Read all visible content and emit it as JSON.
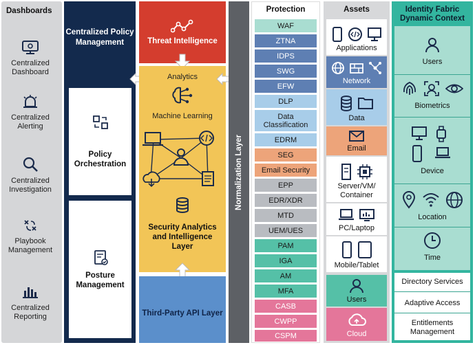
{
  "dashboards": {
    "title": "Dashboards",
    "items": [
      {
        "label": "Centralized Dashboard",
        "icon": "monitor-icon"
      },
      {
        "label": "Centralized Alerting",
        "icon": "siren-icon"
      },
      {
        "label": "Centralized Investigation",
        "icon": "magnifier-icon"
      },
      {
        "label": "Playbook Management",
        "icon": "playbook-icon"
      },
      {
        "label": "Centralized Reporting",
        "icon": "bar-chart-icon"
      }
    ]
  },
  "policy": {
    "title": "Centralized Policy Management",
    "orchestration": "Policy Orchestration",
    "posture": "Posture Management"
  },
  "analytics": {
    "threat": "Threat Intelligence",
    "analytics": "Analytics",
    "ml": "Machine Learning",
    "layer": "Security Analytics and Intelligence Layer",
    "api": "Third-Party API Layer"
  },
  "normalization": "Normalization Layer",
  "protection": {
    "title": "Protection",
    "items": [
      {
        "label": "WAF",
        "color": "#a9ddd1"
      },
      {
        "label": "ZTNA",
        "color": "#5e7fb3"
      },
      {
        "label": "IDPS",
        "color": "#5e7fb3"
      },
      {
        "label": "SWG",
        "color": "#5e7fb3"
      },
      {
        "label": "EFW",
        "color": "#5e7fb3"
      },
      {
        "label": "DLP",
        "color": "#a8cde9"
      },
      {
        "label": "Data Classification",
        "color": "#a8cde9"
      },
      {
        "label": "EDRM",
        "color": "#a8cde9"
      },
      {
        "label": "SEG",
        "color": "#eda47a"
      },
      {
        "label": "Email Security",
        "color": "#eda47a"
      },
      {
        "label": "EPP",
        "color": "#b9bcc1"
      },
      {
        "label": "EDR/XDR",
        "color": "#b9bcc1"
      },
      {
        "label": "MTD",
        "color": "#b9bcc1"
      },
      {
        "label": "UEM/UES",
        "color": "#b9bcc1"
      },
      {
        "label": "PAM",
        "color": "#55c0a7"
      },
      {
        "label": "IGA",
        "color": "#55c0a7"
      },
      {
        "label": "AM",
        "color": "#55c0a7"
      },
      {
        "label": "MFA",
        "color": "#55c0a7"
      },
      {
        "label": "CASB",
        "color": "#e4769a"
      },
      {
        "label": "CWPP",
        "color": "#e4769a"
      },
      {
        "label": "CSPM",
        "color": "#e4769a"
      }
    ]
  },
  "assets": {
    "title": "Assets",
    "items": [
      {
        "label": "Applications",
        "color": "#ffffff"
      },
      {
        "label": "Network",
        "color": "#5e7fb3"
      },
      {
        "label": "Data",
        "color": "#a8cde9"
      },
      {
        "label": "Email",
        "color": "#eda47a"
      },
      {
        "label": "Server/VM/ Container",
        "color": "#ffffff"
      },
      {
        "label": "PC/Laptop",
        "color": "#ffffff"
      },
      {
        "label": "Mobile/Tablet",
        "color": "#ffffff"
      },
      {
        "label": "Users",
        "color": "#55c0a7"
      },
      {
        "label": "Cloud",
        "color": "#e4769a"
      }
    ]
  },
  "identity": {
    "title": "Identity Fabric Dynamic Context",
    "items": [
      "Users",
      "Biometrics",
      "Device",
      "Location",
      "Time"
    ],
    "services": [
      "Directory Services",
      "Adaptive Access",
      "Entitlements Management"
    ]
  }
}
